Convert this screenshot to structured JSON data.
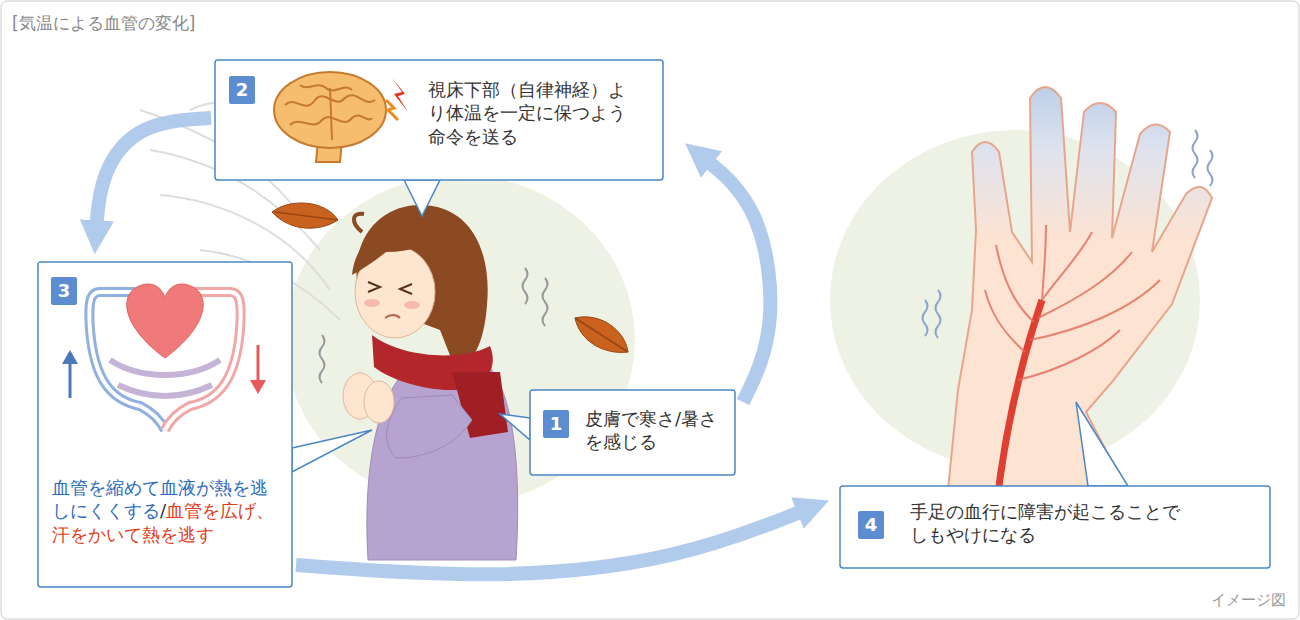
{
  "diagram": {
    "title": "[気温による血管の変化]",
    "nodes": [
      {
        "text": [
          "1",
          "皮膚で寒さ/暑さを感じる"
        ]
      },
      {
        "text": [
          "2",
          "視床下部（自律神経）より体温を一定に保つよう命令を送る"
        ]
      },
      {
        "text": [
          "3",
          "血管を縮めて血液が熱を逃しにくくする",
          "/",
          "血管を広げ、汗をかいて熱を逃す"
        ]
      },
      {
        "text": [
          "4",
          "手足の血行に障害が起こることでしもやけになる"
        ]
      }
    ],
    "edges": [
      {
        "from": 0,
        "to": 1,
        "arrow": "to"
      },
      {
        "from": 1,
        "to": 2,
        "arrow": "to"
      },
      {
        "from": 2,
        "to": 3,
        "arrow": "to"
      }
    ],
    "labels": [
      "イメージ図"
    ]
  }
}
